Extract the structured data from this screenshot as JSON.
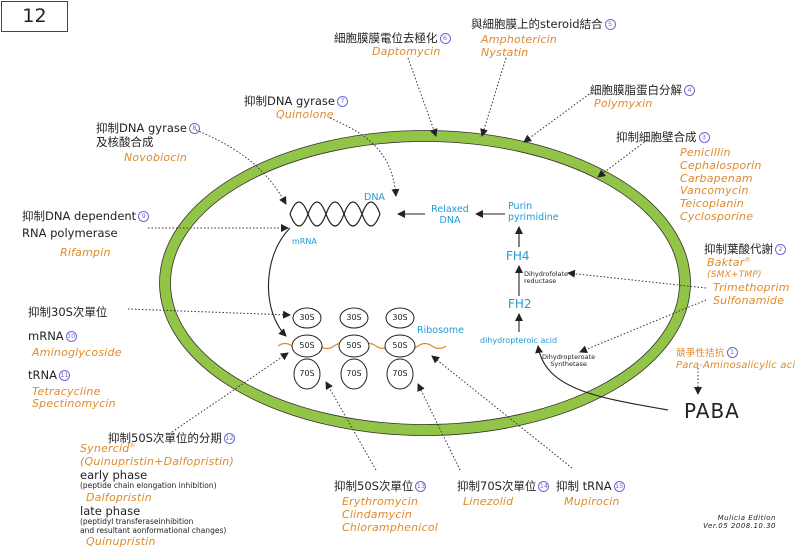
{
  "page_number": "12",
  "cell": {
    "dna": "DNA",
    "mrna": "mRNA",
    "relaxed_dna_1": "Relaxed",
    "relaxed_dna_2": "DNA",
    "purin_1": "Purin",
    "purin_2": "pyrimidine",
    "fh4": "FH4",
    "dhfr_1": "Dihydrofolate",
    "dhfr_2": "reductase",
    "fh2": "FH2",
    "dhpa": "dihydropteroic acid",
    "dhps_1": "Dihydropteroate",
    "dhps_2": "Synthetase",
    "ribosome": "Ribosome",
    "r30s": "30S",
    "r50s": "50S",
    "r70s": "70S",
    "paba": "PABA"
  },
  "mech": {
    "membrane_potential": {
      "label": "細胞膜膜電位去極化",
      "num": "6",
      "drugs": [
        "Daptomycin"
      ]
    },
    "steroid": {
      "label": "與細胞膜上的steroid結合",
      "num": "5",
      "drugs": [
        "Amphotericin",
        "Nystatin"
      ]
    },
    "lipoprotein": {
      "label": "細胞膜脂蛋白分解",
      "num": "4",
      "drugs": [
        "Polymyxin"
      ]
    },
    "cell_wall": {
      "label": "抑制細胞壁合成",
      "num": "3",
      "drugs": [
        "Penicillin",
        "Cephalosporin",
        "Carbapenam",
        "Vancomycin",
        "Teicoplanin",
        "Cyclosporine"
      ]
    },
    "gyrase7": {
      "label": "抑制DNA gyrase",
      "num": "7",
      "drugs": [
        "Quinolone"
      ]
    },
    "gyrase8": {
      "label1": "抑制DNA gyrase",
      "label2": "及核酸合成",
      "num": "8",
      "drugs": [
        "Novobiocin"
      ]
    },
    "rnapol": {
      "label1": "抑制DNA dependent",
      "label2": "RNA polymerase",
      "num": "9",
      "drugs": [
        "Rifampin"
      ]
    },
    "folate": {
      "label": "抑制葉酸代謝",
      "num": "2",
      "drug": "Baktar",
      "drug_note": "(SMX+TMP)",
      "drugs": [
        "Trimethoprim",
        "Sulfonamide"
      ]
    },
    "competitive": {
      "label": "競爭性拮抗",
      "num": "1",
      "drugs": [
        "Para-Aminosalicylic acid"
      ]
    },
    "r30s": {
      "label": "抑制30S次單位",
      "mrna_label": "mRNA",
      "mrna_num": "10",
      "mrna_drugs": [
        "Aminoglycoside"
      ],
      "trna_label": "tRNA",
      "trna_num": "11",
      "trna_drugs": [
        "Tetracycline",
        "Spectinomycin"
      ]
    },
    "sep50s": {
      "label": "抑制50S次單位的分期",
      "num": "12",
      "drug": "Synercid",
      "drug_note": "(Quinupristin+Dalfopristin)",
      "early_phase": "early phase",
      "early_note": "(peptide chain elongation inhibition)",
      "early_drug": "Dalfopristin",
      "late_phase": "late phase",
      "late_note1": "(peptidyl transferaseinhibition",
      "late_note2": "and resultant aonformational changes)",
      "late_drug": "Quinupristin"
    },
    "inh50s": {
      "label": "抑制50S次單位",
      "num": "13",
      "drugs": [
        "Erythromycin",
        "Clindamycin",
        "Chloramphenicol"
      ]
    },
    "inh70s": {
      "label": "抑制70S次單位",
      "num": "14",
      "drugs": [
        "Linezolid"
      ]
    },
    "trna": {
      "label": "抑制 tRNA",
      "num": "15",
      "drugs": [
        "Mupirocin"
      ]
    }
  },
  "credit": {
    "line1": "Mulicia  Edition",
    "line2": "Ver.05  2008.10.30"
  },
  "colors": {
    "ring": "#92c447",
    "drug": "#e08a2a",
    "blue": "#1f9bd7",
    "num": "#6b6bd0"
  }
}
